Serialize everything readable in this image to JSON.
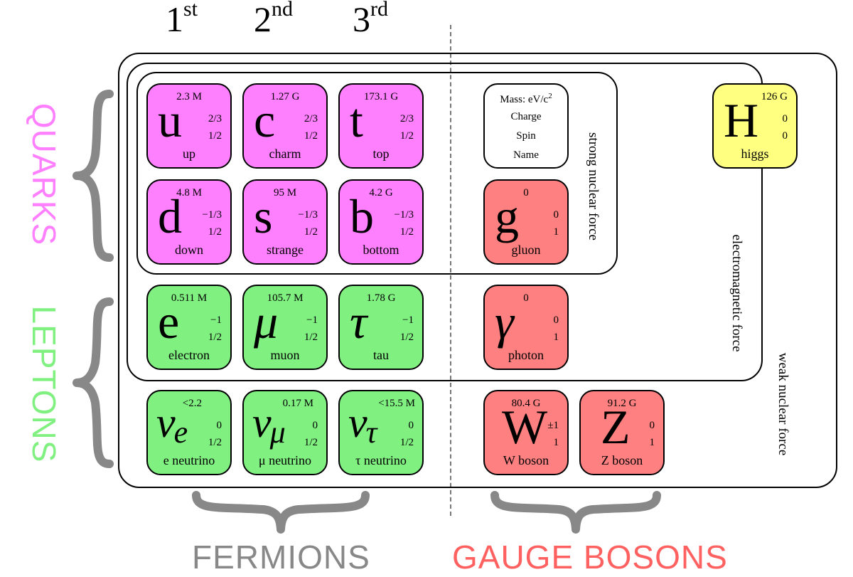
{
  "generations": [
    {
      "num": "1",
      "sup": "st"
    },
    {
      "num": "2",
      "sup": "nd"
    },
    {
      "num": "3",
      "sup": "rd"
    }
  ],
  "forces": {
    "strong": "strong nuclear force",
    "electromagnetic": "electromagnetic force",
    "weak": "weak nuclear force"
  },
  "groups": {
    "quarks": "QUARKS",
    "leptons": "LEPTONS",
    "fermions": "FERMIONS",
    "gauge_bosons": "GAUGE BOSONS"
  },
  "key": {
    "mass": "Mass: eV/c",
    "mass_sup": "2",
    "charge": "Charge",
    "spin": "Spin",
    "name": "Name"
  },
  "particles": {
    "up": {
      "mass": "2.3 M",
      "symbol": "u",
      "charge": "2/3",
      "spin": "1/2",
      "name": "up"
    },
    "charm": {
      "mass": "1.27 G",
      "symbol": "c",
      "charge": "2/3",
      "spin": "1/2",
      "name": "charm"
    },
    "top": {
      "mass": "173.1 G",
      "symbol": "t",
      "charge": "2/3",
      "spin": "1/2",
      "name": "top"
    },
    "down": {
      "mass": "4.8 M",
      "symbol": "d",
      "charge": "−1/3",
      "spin": "1/2",
      "name": "down"
    },
    "strange": {
      "mass": "95 M",
      "symbol": "s",
      "charge": "−1/3",
      "spin": "1/2",
      "name": "strange"
    },
    "bottom": {
      "mass": "4.2 G",
      "symbol": "b",
      "charge": "−1/3",
      "spin": "1/2",
      "name": "bottom"
    },
    "electron": {
      "mass": "0.511 M",
      "symbol": "e",
      "charge": "−1",
      "spin": "1/2",
      "name": "electron"
    },
    "muon": {
      "mass": "105.7 M",
      "symbol": "μ",
      "charge": "−1",
      "spin": "1/2",
      "name": "muon"
    },
    "tau": {
      "mass": "1.78 G",
      "symbol": "τ",
      "charge": "−1",
      "spin": "1/2",
      "name": "tau"
    },
    "e_neutrino": {
      "mass": "<2.2",
      "symbol": "ν",
      "sub": "e",
      "charge": "0",
      "spin": "1/2",
      "name": "e neutrino"
    },
    "mu_neutrino": {
      "mass": "0.17 M",
      "symbol": "ν",
      "sub": "μ",
      "charge": "0",
      "spin": "1/2",
      "name": "μ neutrino"
    },
    "tau_neutrino": {
      "mass": "<15.5 M",
      "symbol": "ν",
      "sub": "τ",
      "charge": "0",
      "spin": "1/2",
      "name": "τ neutrino"
    },
    "gluon": {
      "mass": "0",
      "symbol": "g",
      "charge": "0",
      "spin": "1",
      "name": "gluon"
    },
    "photon": {
      "mass": "0",
      "symbol": "γ",
      "charge": "0",
      "spin": "1",
      "name": "photon"
    },
    "w_boson": {
      "mass": "80.4 G",
      "symbol": "W",
      "charge": "±1",
      "spin": "1",
      "name": "W boson"
    },
    "z_boson": {
      "mass": "91.2 G",
      "symbol": "Z",
      "charge": "0",
      "spin": "1",
      "name": "Z boson"
    },
    "higgs": {
      "mass": "126 G",
      "symbol": "H",
      "charge": "0",
      "spin": "0",
      "name": "higgs"
    }
  },
  "colors": {
    "quark": "#ff80ff",
    "lepton": "#80f080",
    "boson": "#ff8080",
    "higgs": "#ffff80",
    "quarks_label": "#ff80ff",
    "leptons_label": "#80f080",
    "fermions_label": "#888888",
    "gauge_bosons_label": "#ff6060",
    "brace": "#888888"
  }
}
